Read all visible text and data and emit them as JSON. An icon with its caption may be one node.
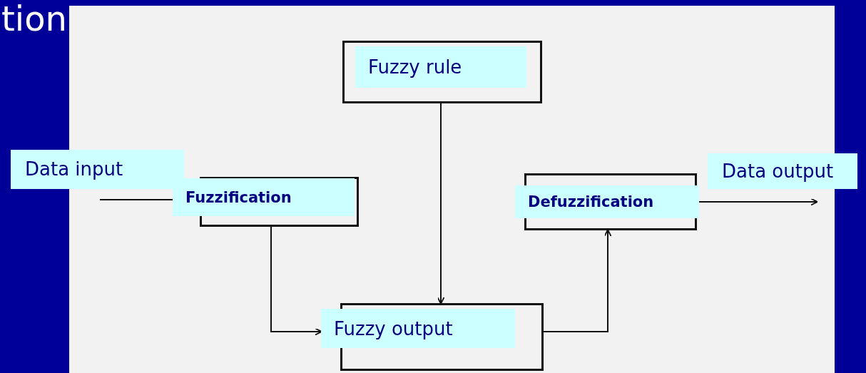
{
  "diagram": {
    "nodes": [
      {
        "text": [
          "Fuzzy rule"
        ]
      },
      {
        "text": [
          "Fuzzification"
        ]
      },
      {
        "text": [
          "Defuzzification"
        ]
      },
      {
        "text": [
          "Fuzzy output"
        ]
      },
      {
        "text": [
          "Data input"
        ]
      },
      {
        "text": [
          "Data output"
        ]
      }
    ],
    "edges": [
      {
        "from": 4,
        "to": 1,
        "arrow": "none"
      },
      {
        "from": 1,
        "to": 3,
        "arrow": "to"
      },
      {
        "from": 0,
        "to": 3,
        "arrow": "to"
      },
      {
        "from": 3,
        "to": 2,
        "arrow": "to"
      },
      {
        "from": 2,
        "to": 5,
        "arrow": "to"
      }
    ],
    "labels": [
      "tion"
    ]
  }
}
